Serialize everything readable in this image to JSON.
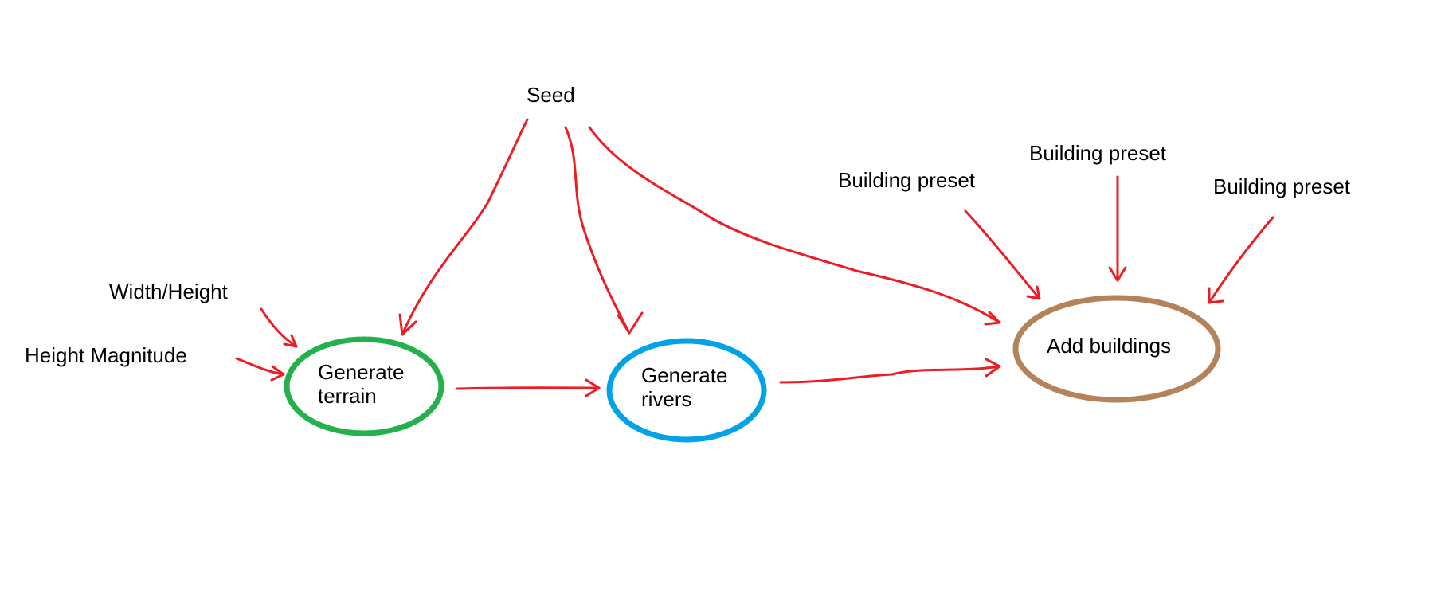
{
  "colors": {
    "arrow": "#ee1c24",
    "terrain": "#22b14c",
    "rivers": "#00a2e8",
    "buildings": "#b5835a",
    "text": "#000000"
  },
  "inputs": {
    "seed": "Seed",
    "width_height": "Width/Height",
    "height_magnitude": "Height Magnitude",
    "building_preset_1": "Building preset",
    "building_preset_2": "Building preset",
    "building_preset_3": "Building preset"
  },
  "nodes": {
    "terrain": {
      "line1": "Generate",
      "line2": "terrain"
    },
    "rivers": {
      "line1": "Generate",
      "line2": "rivers"
    },
    "buildings": {
      "label": "Add buildings"
    }
  }
}
